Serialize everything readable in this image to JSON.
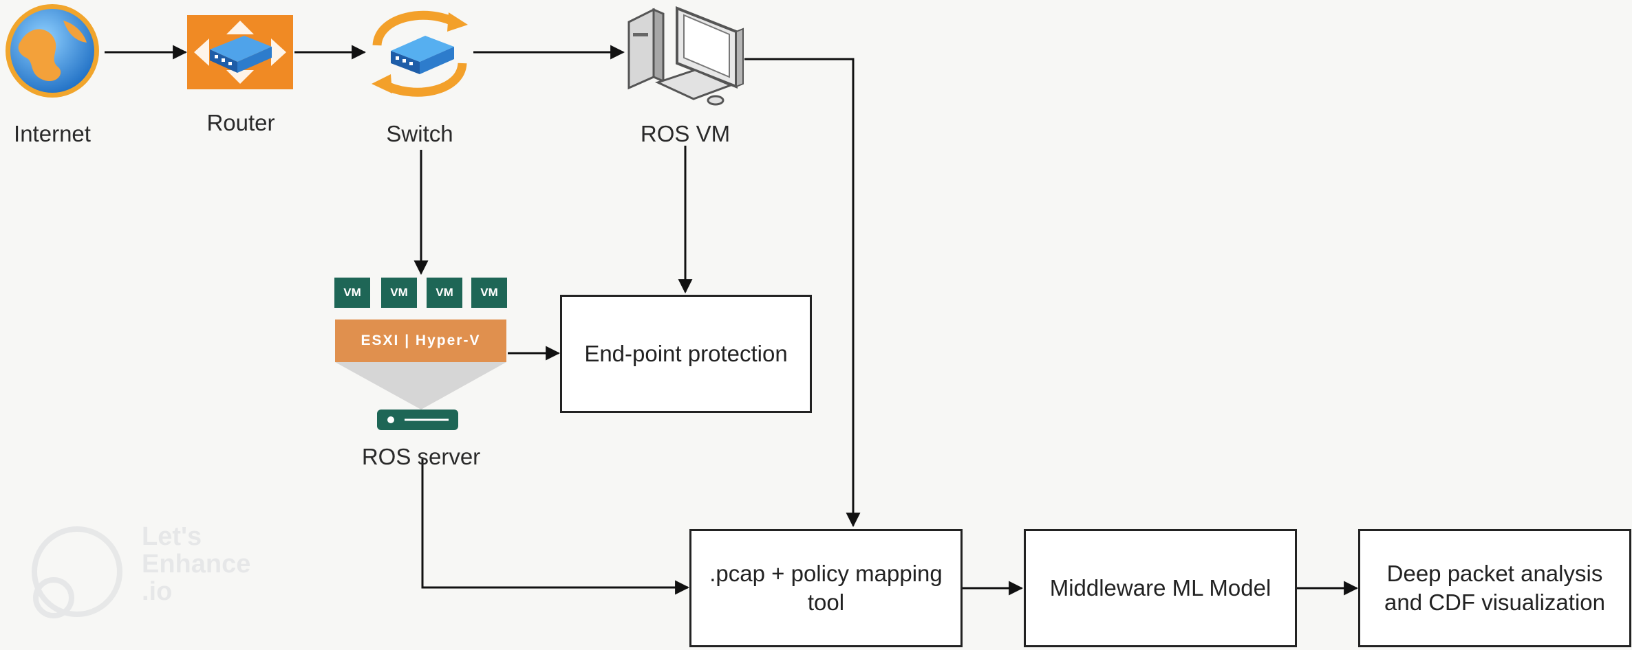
{
  "nodes": {
    "internet": "Internet",
    "router": "Router",
    "switch": "Switch",
    "ros_vm": "ROS VM",
    "ros_server": "ROS server",
    "hypervisor": "ESXI | Hyper-V",
    "vm_labels": [
      "VM",
      "VM",
      "VM",
      "VM"
    ]
  },
  "boxes": {
    "endpoint": "End-point protection",
    "pcap_line1": ".pcap + policy mapping",
    "pcap_line2": "tool",
    "middleware": "Middleware ML Model",
    "dpa_line1": "Deep packet analysis",
    "dpa_line2": "and CDF visualization"
  },
  "watermark": {
    "line1": "Let's",
    "line2": "Enhance",
    "line3": ".io"
  },
  "colors": {
    "vm_green": "#1e6656",
    "hypervisor_orange": "#e0904e",
    "router_orange": "#f08a24",
    "switch_blue": "#3a86d6",
    "arrow": "#111111"
  }
}
